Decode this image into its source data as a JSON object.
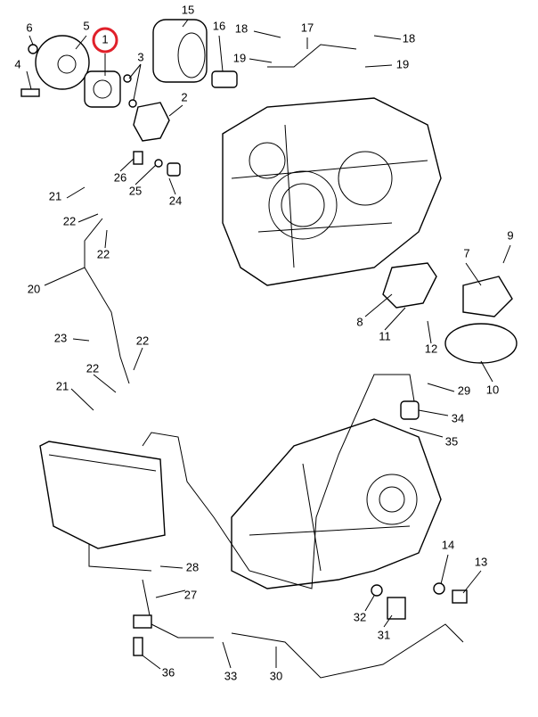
{
  "diagram": {
    "highlight_color": "#e0202a",
    "highlighted_part": "1",
    "callouts": [
      "1",
      "2",
      "3",
      "4",
      "5",
      "6",
      "7",
      "8",
      "9",
      "10",
      "11",
      "12",
      "13",
      "14",
      "15",
      "16",
      "17",
      "18",
      "18",
      "19",
      "19",
      "20",
      "21",
      "21",
      "22",
      "22",
      "22",
      "22",
      "23",
      "24",
      "25",
      "26",
      "27",
      "28",
      "29",
      "30",
      "31",
      "32",
      "33",
      "34",
      "35",
      "36"
    ]
  }
}
